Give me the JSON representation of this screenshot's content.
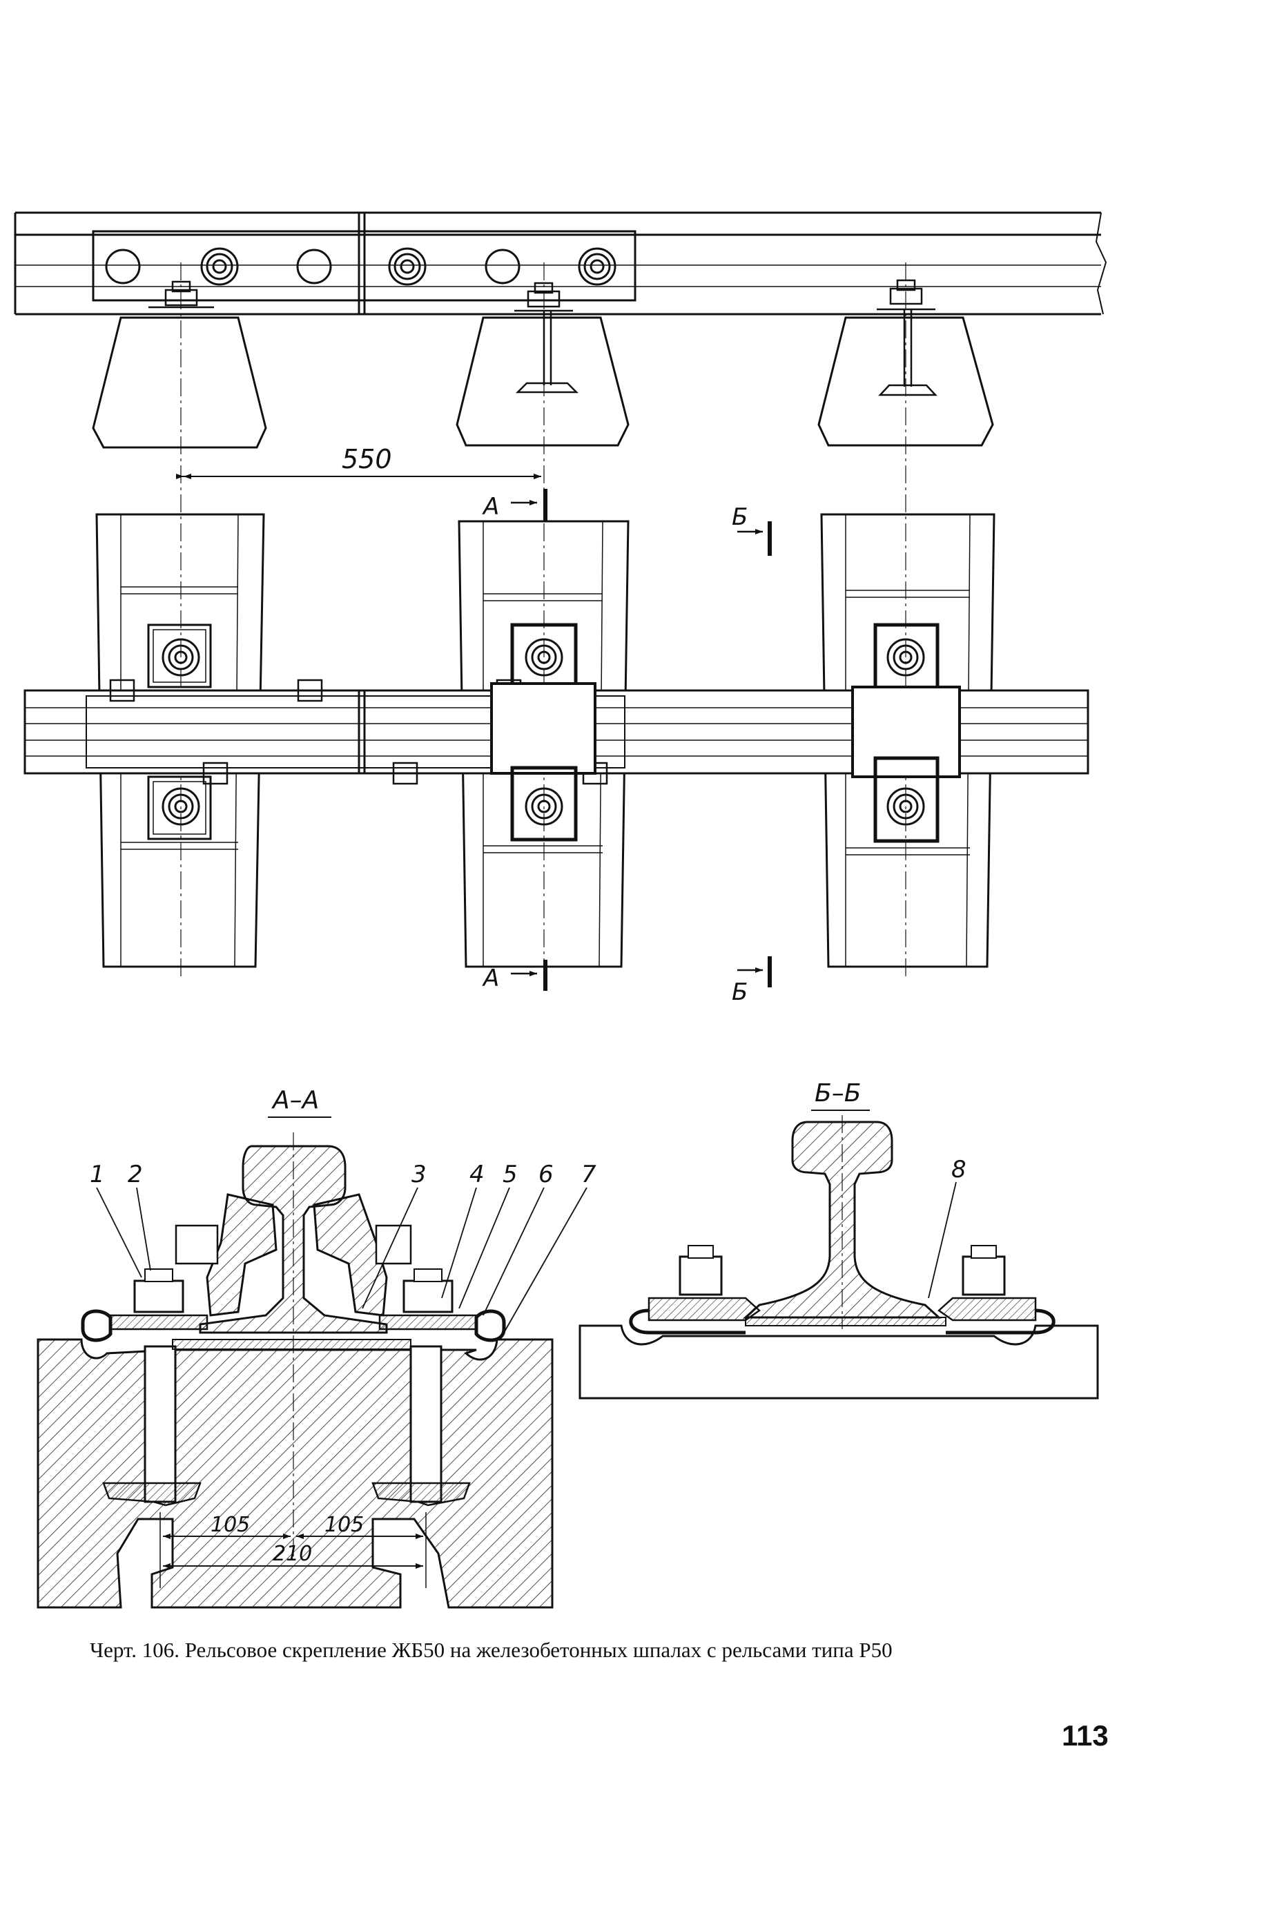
{
  "drawing": {
    "dimensions": {
      "spacing": "550",
      "half_left": "105",
      "half_right": "105",
      "total": "210"
    },
    "section_marks": {
      "a": "А",
      "b": "Б"
    },
    "section_titles": {
      "aa": "А–А",
      "bb": "Б–Б"
    },
    "callouts": [
      "1",
      "2",
      "3",
      "4",
      "5",
      "6",
      "7",
      "8"
    ]
  },
  "caption": "Черт. 106. Рельсовое скрепление ЖБ50 на железобетонных шпалах с рельсами типа Р50",
  "page_number": "113"
}
